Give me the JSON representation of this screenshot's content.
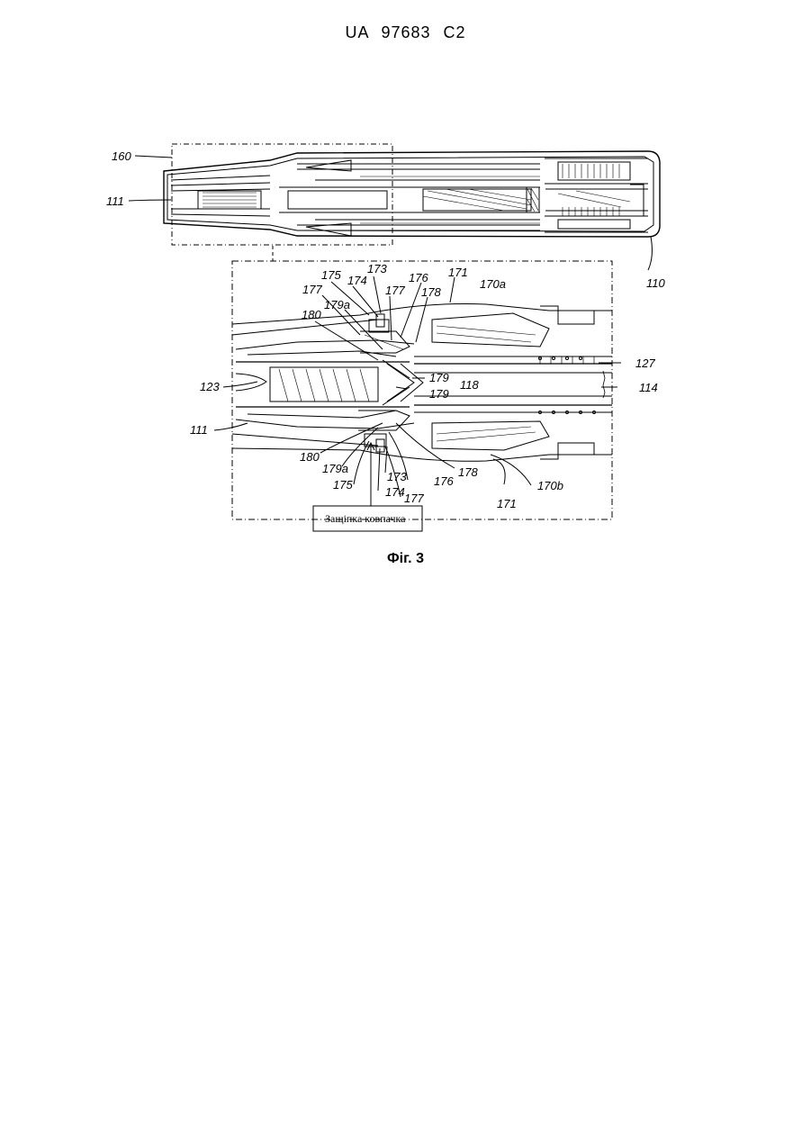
{
  "header": {
    "code": "UA   97683   C2"
  },
  "figure": {
    "caption": "Фіг. 3",
    "box_label": "Защіпка ковпачка",
    "labels": {
      "l160": "160",
      "l111a": "111",
      "l110": "110",
      "l175a": "175",
      "l174a": "174",
      "l173a": "173",
      "l176a": "176",
      "l171a": "171",
      "l170a": "170a",
      "l177a": "177",
      "l177b": "177",
      "l178a": "178",
      "l179aa": "179a",
      "l180a": "180",
      "l127": "127",
      "l123": "123",
      "l179x": "179",
      "l118": "118",
      "l114": "114",
      "l179y": "179",
      "l111b": "111",
      "l180b": "180",
      "l179ab": "179a",
      "l175b": "175",
      "l173b": "173",
      "l178b": "178",
      "l176b": "176",
      "l170b": "170b",
      "l174b": "174",
      "l177c": "177",
      "l171b": "171"
    }
  }
}
